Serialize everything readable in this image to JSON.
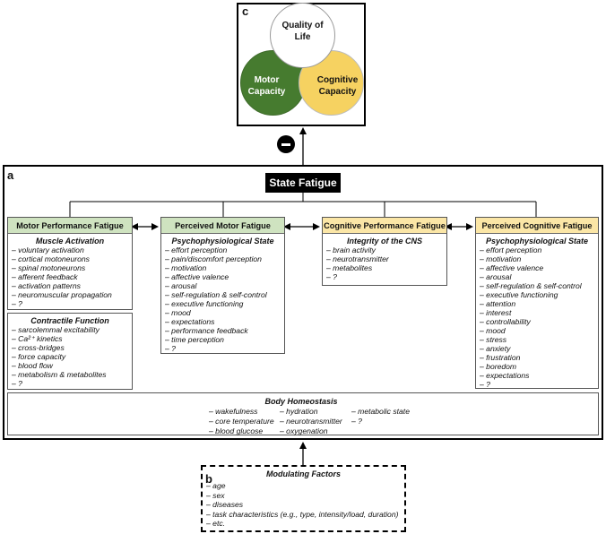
{
  "panel_c": {
    "letter": "c",
    "quality_of_life": "Quality of Life",
    "motor_capacity": "Motor Capacity",
    "cognitive_capacity": "Cognitive Capacity"
  },
  "panel_a": {
    "letter": "a",
    "state_fatigue": "State Fatigue",
    "motor_performance_fatigue": {
      "title": "Motor Performance Fatigue",
      "muscle_activation": {
        "title": "Muscle Activation",
        "items": [
          "voluntary activation",
          "cortical motoneurons",
          "spinal motoneurons",
          "afferent feedback",
          "activation patterns",
          "neuromuscular propagation",
          "?"
        ]
      },
      "contractile_function": {
        "title": "Contractile Function",
        "items": [
          "sarcolemmal excitability",
          "Ca²⁺ kinetics",
          "cross-bridges",
          "force capacity",
          "blood flow",
          "metabolism & metabolites",
          "?"
        ]
      }
    },
    "perceived_motor_fatigue": {
      "title": "Perceived Motor Fatigue",
      "subtitle": "Psychophysiological State",
      "items": [
        "effort perception",
        "pain/discomfort perception",
        "motivation",
        "affective valence",
        "arousal",
        "self-regulation & self-control",
        "executive functioning",
        "mood",
        "expectations",
        "performance feedback",
        "time perception",
        "?"
      ]
    },
    "cognitive_performance_fatigue": {
      "title": "Cognitive Performance Fatigue",
      "subtitle": "Integrity of the CNS",
      "items": [
        "brain activity",
        "neurotransmitter",
        "metabolites",
        "?"
      ]
    },
    "perceived_cognitive_fatigue": {
      "title": "Perceived Cognitive Fatigue",
      "subtitle": "Psychophysiological State",
      "items": [
        "effort perception",
        "motivation",
        "affective valence",
        "arousal",
        "self-regulation & self-control",
        "executive functioning",
        "attention",
        "interest",
        "controllability",
        "mood",
        "stress",
        "anxiety",
        "frustration",
        "boredom",
        "expectations",
        "?"
      ]
    },
    "body_homeostasis": {
      "title": "Body Homeostasis",
      "col1": [
        "wakefulness",
        "core temperature",
        "blood glucose"
      ],
      "col2": [
        "hydration",
        "neurotransmitter",
        "oxygenation"
      ],
      "col3": [
        "metabolic state",
        "?"
      ]
    }
  },
  "panel_b": {
    "letter": "b",
    "title": "Modulating Factors",
    "items": [
      "age",
      "sex",
      "diseases",
      "task characteristics (e.g., type, intensity/load, duration)",
      "etc."
    ]
  },
  "colors": {
    "motor_capacity": "#467b2f",
    "cognitive_capacity": "#f6d261",
    "motor_header": "#cfe3c0",
    "cognitive_header": "#fbe6a6"
  }
}
